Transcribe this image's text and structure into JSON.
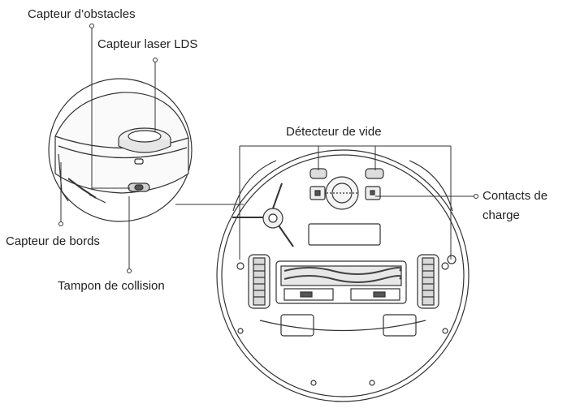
{
  "labels": {
    "obstacle_sensor": "Capteur d’obstacles",
    "lds_sensor": "Capteur laser LDS",
    "edge_sensor": "Capteur de bords",
    "collision_bumper": "Tampon de collision",
    "void_detector": "Détecteur de vide",
    "charge_contacts_line1": "Contacts de",
    "charge_contacts_line2": "charge"
  },
  "colors": {
    "line": "#333333",
    "fill_light": "#f2f2f2",
    "fill_mid": "#d9d9d9",
    "fill_dark": "#555555",
    "text": "#222222"
  }
}
